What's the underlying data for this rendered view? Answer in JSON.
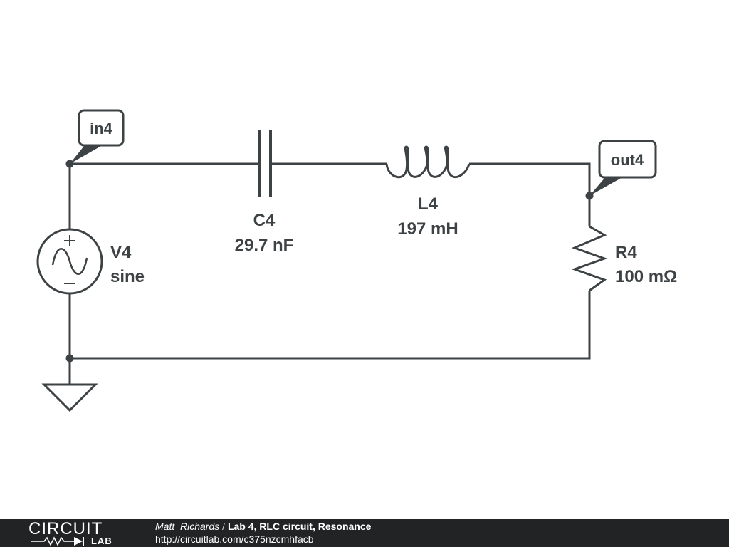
{
  "schematic": {
    "source": {
      "name": "V4",
      "type": "sine"
    },
    "capacitor": {
      "name": "C4",
      "value": "29.7 nF"
    },
    "inductor": {
      "name": "L4",
      "value": "197 mH"
    },
    "resistor": {
      "name": "R4",
      "value": "100 mΩ"
    },
    "nodes": {
      "input": "in4",
      "output": "out4"
    }
  },
  "footer": {
    "logo_top": "CIRCUIT",
    "logo_bottom": "LAB",
    "author": "Matt_Richards",
    "separator": "/",
    "title": "Lab 4, RLC circuit, Resonance",
    "url": "http://circuitlab.com/c375nzcmhfacb"
  },
  "colors": {
    "ink": "#3d4245",
    "footer_bg": "#222325",
    "page_bg": "#ffffff"
  }
}
